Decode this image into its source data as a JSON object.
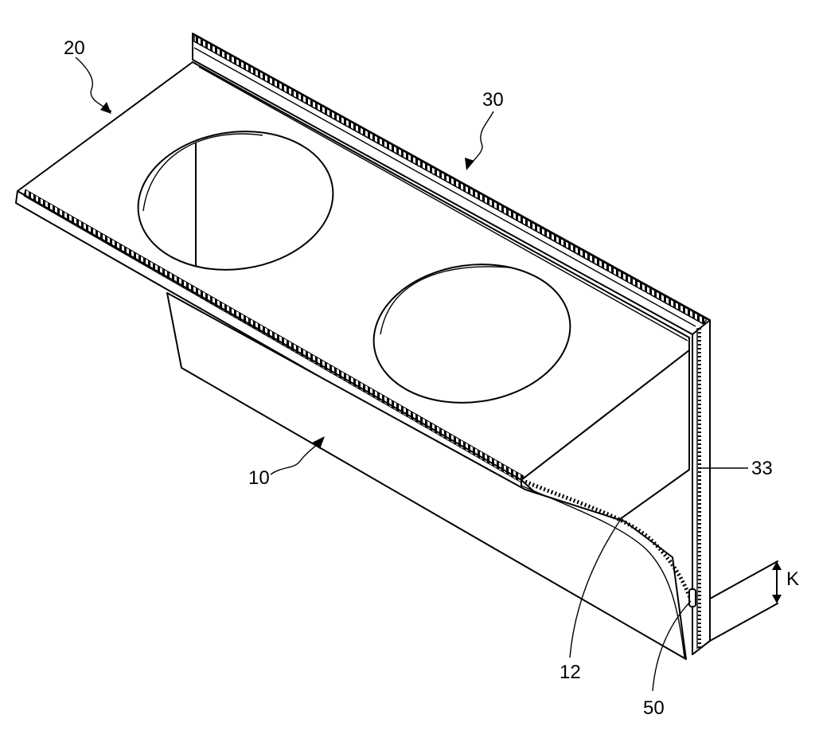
{
  "figure": {
    "labels": {
      "l20": "20",
      "l30": "30",
      "l10": "10",
      "l33": "33",
      "l12": "12",
      "l50": "50",
      "lK": "K"
    }
  },
  "colors": {
    "ink": "#000000",
    "paper": "#ffffff"
  }
}
